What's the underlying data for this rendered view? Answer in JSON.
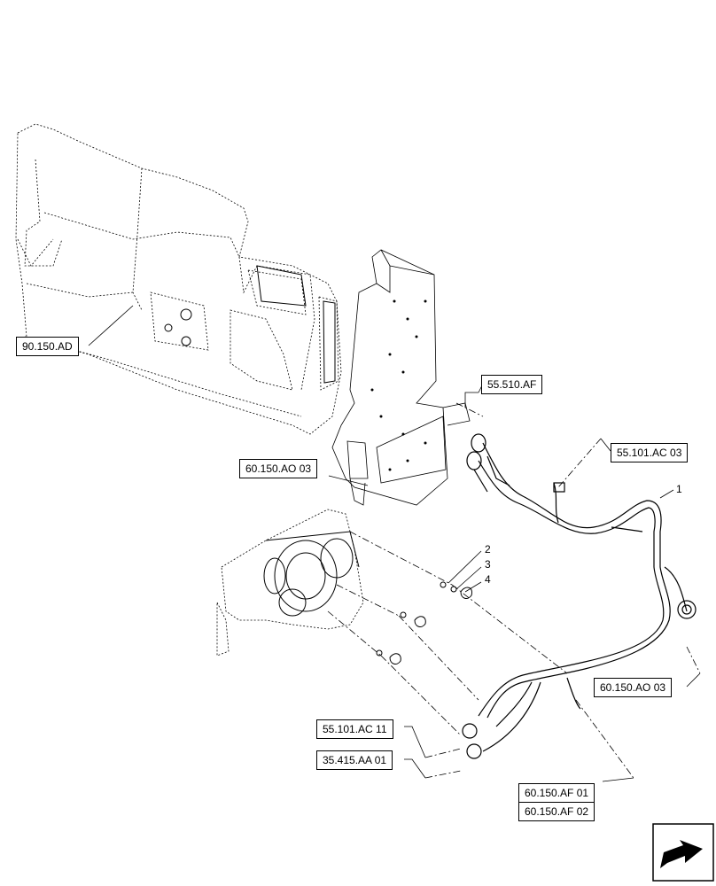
{
  "references": {
    "r_90_150_ad": "90.150.AD",
    "r_55_510_af": "55.510.AF",
    "r_55_101_ac_03": "55.101.AC 03",
    "r_60_150_ao_03_a": "60.150.AO 03",
    "r_60_150_ao_03_b": "60.150.AO 03",
    "r_55_101_ac_11": "55.101.AC 11",
    "r_35_415_aa_01": "35.415.AA 01",
    "r_60_150_af_01": "60.150.AF 01",
    "r_60_150_af_02": "60.150.AF 02"
  },
  "callouts": {
    "c1": "1",
    "c2": "2",
    "c3": "3",
    "c4": "4"
  },
  "icons": {
    "nav": "next-page-arrow-icon"
  },
  "colors": {
    "line": "#000000",
    "background": "#ffffff"
  }
}
